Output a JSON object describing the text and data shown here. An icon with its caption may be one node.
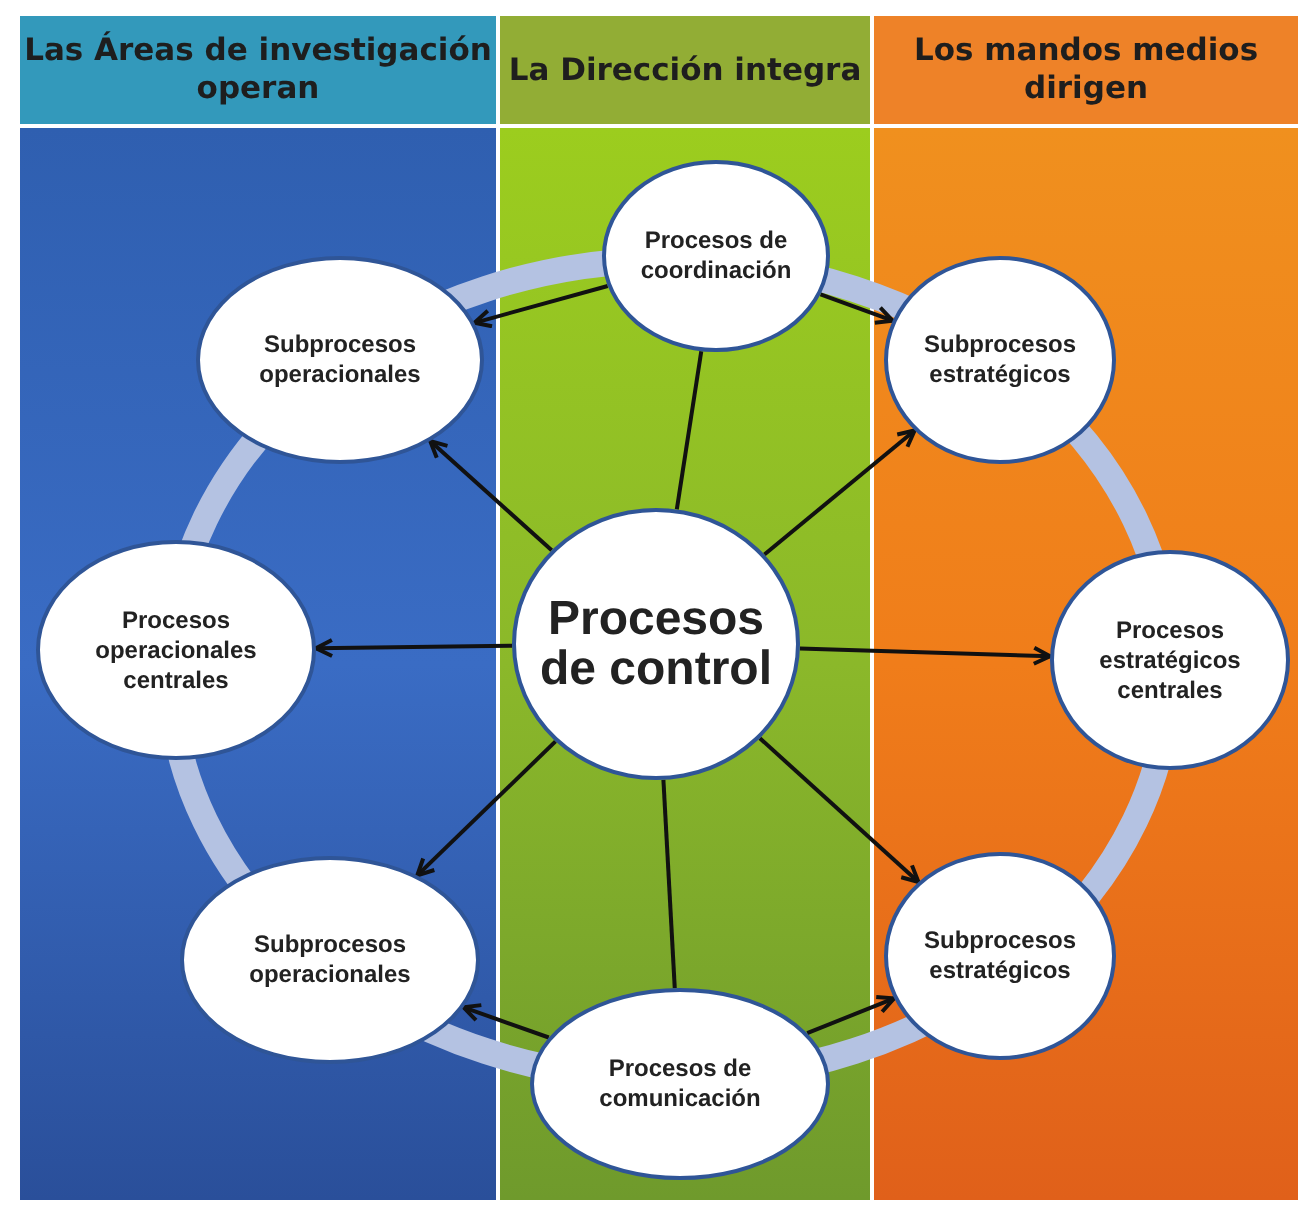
{
  "diagram": {
    "nodes": [
      {
        "text": [
          "Las Áreas de investigación operan"
        ]
      },
      {
        "text": [
          "La Dirección integra"
        ]
      },
      {
        "text": [
          "Los mandos medios dirigen"
        ]
      },
      {
        "text": [
          "Procesos de coordinación"
        ],
        "in": 1
      },
      {
        "text": [
          "Subprocesos operacionales"
        ],
        "in": 0
      },
      {
        "text": [
          "Subprocesos estratégicos"
        ],
        "in": 2
      },
      {
        "text": [
          "Procesos operacionales centrales"
        ],
        "in": 0
      },
      {
        "text": [
          "Procesos de control"
        ],
        "in": 1
      },
      {
        "text": [
          "Procesos estratégicos centrales"
        ],
        "in": 2
      },
      {
        "text": [
          "Subprocesos operacionales"
        ],
        "in": 0
      },
      {
        "text": [
          "Subprocesos estratégicos"
        ],
        "in": 2
      },
      {
        "text": [
          "Procesos de comunicación"
        ],
        "in": 1
      }
    ],
    "edges": [
      {
        "from": 7,
        "to": 4,
        "arrow": "to"
      },
      {
        "from": 7,
        "to": 5,
        "arrow": "to"
      },
      {
        "from": 7,
        "to": 6,
        "arrow": "to"
      },
      {
        "from": 7,
        "to": 8,
        "arrow": "to"
      },
      {
        "from": 7,
        "to": 9,
        "arrow": "to"
      },
      {
        "from": 7,
        "to": 10,
        "arrow": "to"
      },
      {
        "from": 7,
        "to": 3,
        "arrow": "none"
      },
      {
        "from": 7,
        "to": 11,
        "arrow": "none"
      },
      {
        "from": 3,
        "to": 4,
        "arrow": "to"
      },
      {
        "from": 3,
        "to": 5,
        "arrow": "to"
      },
      {
        "from": 11,
        "to": 9,
        "arrow": "to"
      },
      {
        "from": 11,
        "to": 10,
        "arrow": "to"
      }
    ]
  }
}
